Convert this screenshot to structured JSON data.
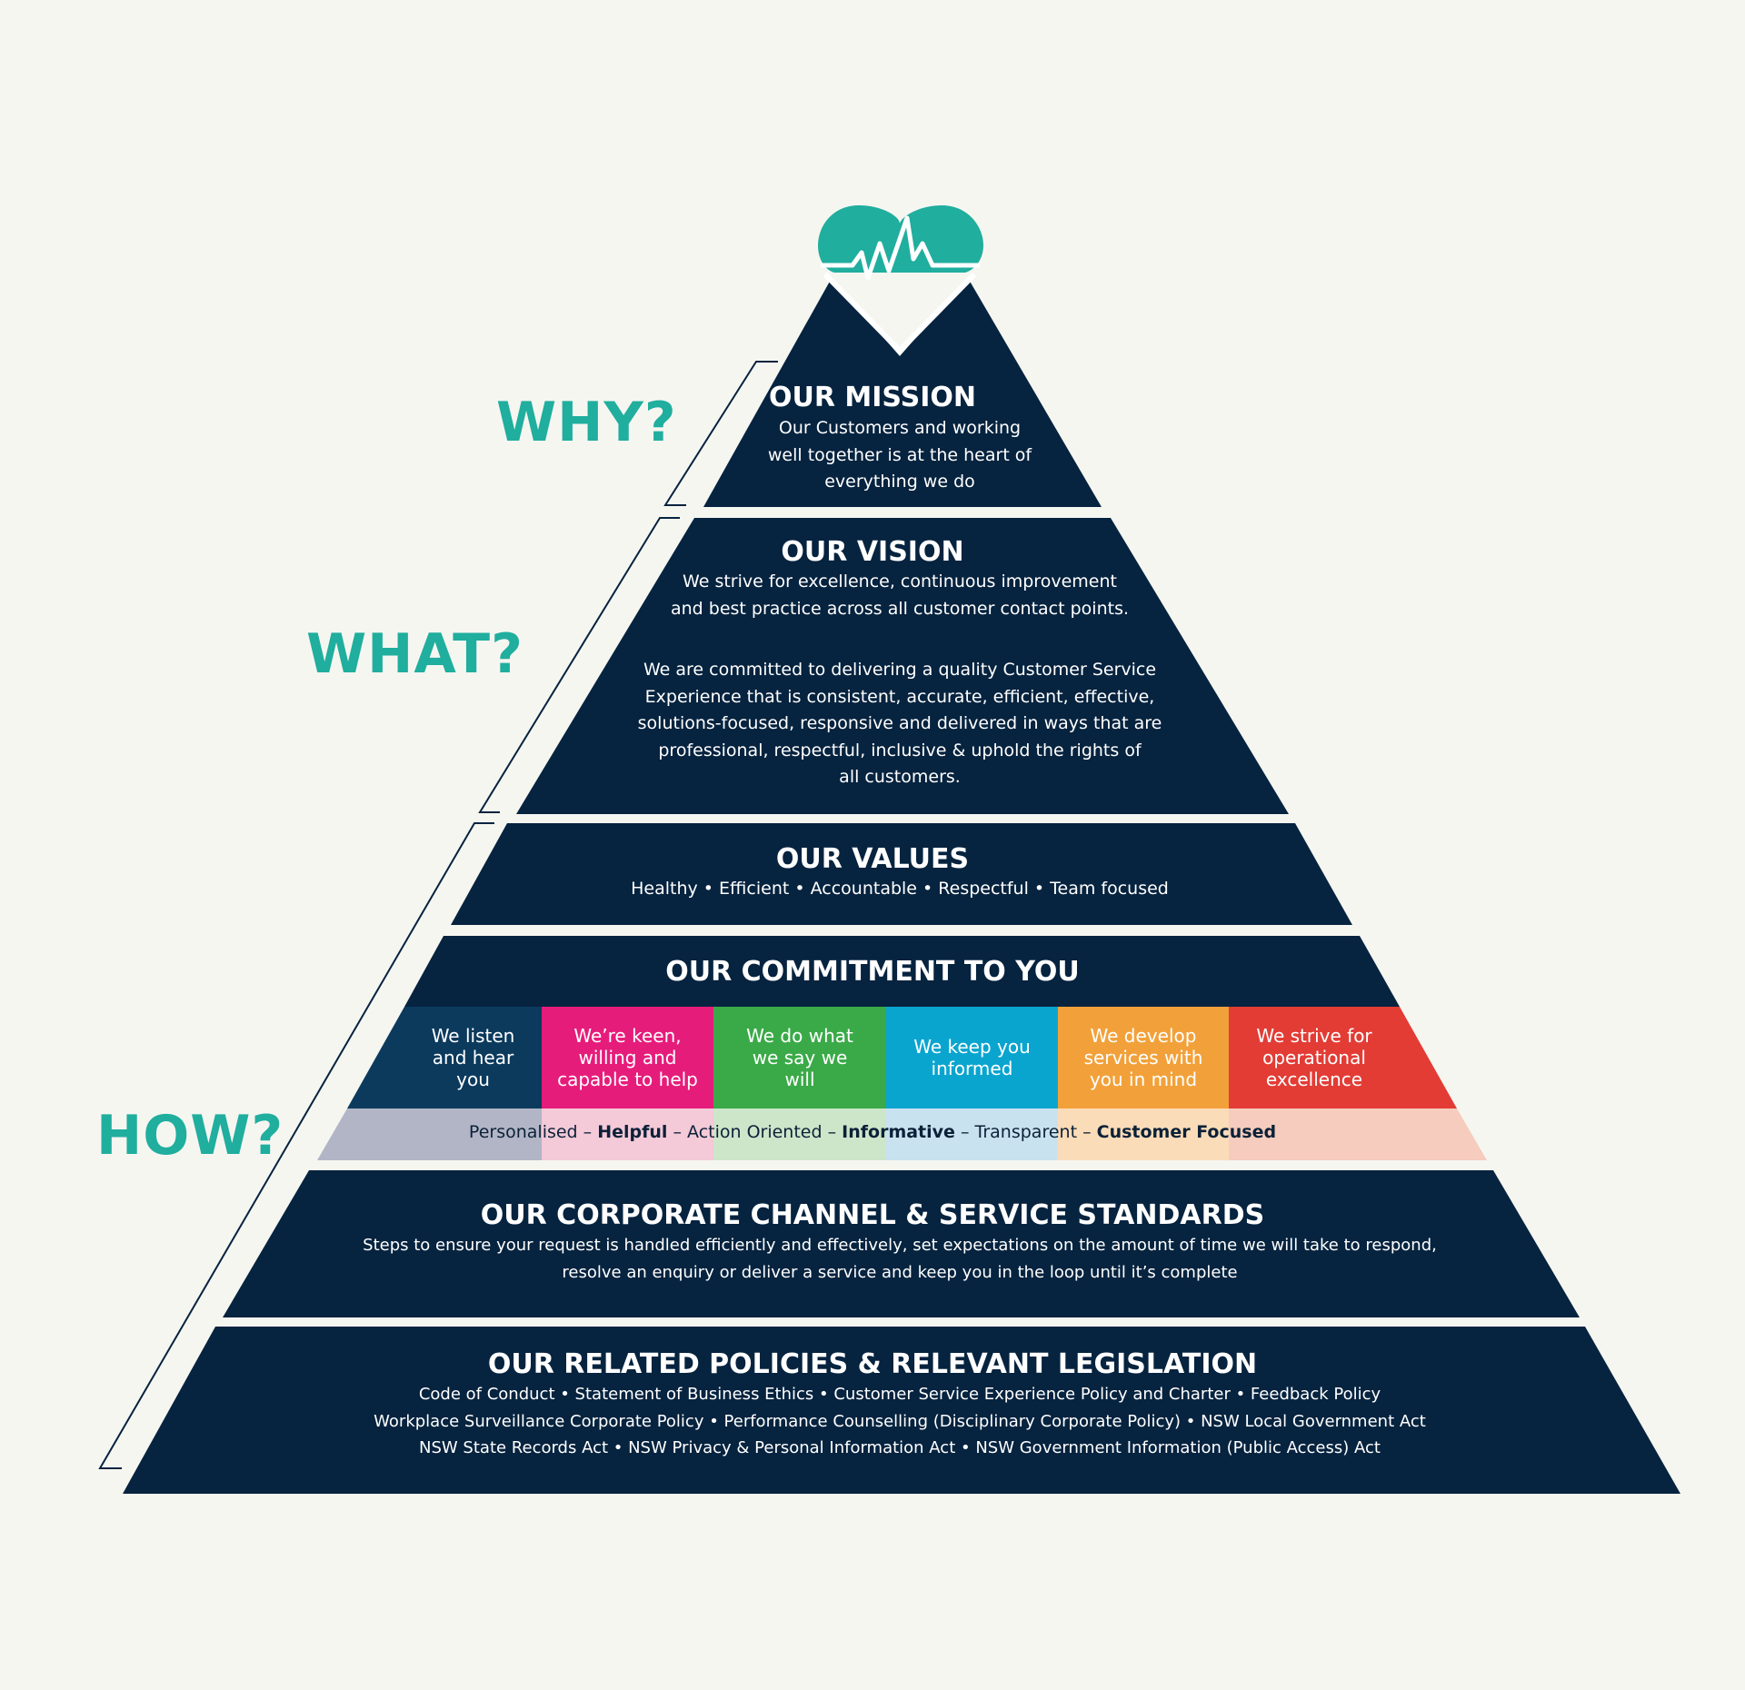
{
  "colors": {
    "navy": "#06233f",
    "teal": "#20ae9e",
    "background": "#f6f6f1"
  },
  "side_labels": {
    "why": "WHY?",
    "what": "WHAT?",
    "how": "HOW?"
  },
  "heart_icon": "heart-heartbeat-icon",
  "mission": {
    "title": "OUR MISSION",
    "lines": [
      "Our Customers and working",
      "well together is at the heart of",
      "everything we do"
    ]
  },
  "vision": {
    "title": "OUR VISION",
    "para1": [
      "We strive for excellence, continuous improvement",
      "and best practice across all customer contact points."
    ],
    "para2": [
      "We are committed to delivering a quality Customer Service",
      "Experience that is consistent, accurate, efficient, effective,",
      "solutions-focused, responsive and delivered in ways that are",
      "professional, respectful, inclusive & uphold the rights of",
      "all customers."
    ]
  },
  "values": {
    "title": "OUR VALUES",
    "text": "Healthy • Efficient • Accountable • Respectful • Team focused"
  },
  "commitment": {
    "title": "OUR COMMITMENT TO YOU",
    "cells": [
      {
        "lines": [
          "We listen",
          "and hear",
          "you"
        ],
        "color": "#0b3a5d",
        "tint": "#b2b5c6"
      },
      {
        "lines": [
          "We’re keen,",
          "willing and",
          "capable to help"
        ],
        "color": "#e61c7b",
        "tint": "#f4c9d8"
      },
      {
        "lines": [
          "We do what",
          "we say we",
          "will"
        ],
        "color": "#3aaa48",
        "tint": "#cde5c9"
      },
      {
        "lines": [
          "We keep you",
          "informed"
        ],
        "color": "#0aa5cf",
        "tint": "#c8e2ef"
      },
      {
        "lines": [
          "We develop",
          "services with",
          "you in mind"
        ],
        "color": "#f2a13a",
        "tint": "#fbdcb8"
      },
      {
        "lines": [
          "We strive for",
          "operational",
          "excellence"
        ],
        "color": "#e23c35",
        "tint": "#f5ccbd"
      }
    ],
    "keywords": {
      "k1": "Personalised",
      "k2": "Helpful",
      "k3": "Action Oriented",
      "k4": "Informative",
      "k5": "Transparent",
      "k6": "Customer Focused",
      "separator": " – "
    }
  },
  "standards": {
    "title": "OUR CORPORATE CHANNEL & SERVICE STANDARDS",
    "lines": [
      "Steps to ensure your request is handled efficiently and effectively, set expectations on the amount of time we will take to respond,",
      "resolve an enquiry or deliver a service and keep you in the loop until it’s complete"
    ]
  },
  "policies": {
    "title": "OUR RELATED POLICIES & RELEVANT LEGISLATION",
    "lines": [
      "Code of Conduct • Statement of Business Ethics • Customer Service Experience Policy and Charter • Feedback Policy",
      "Workplace Surveillance Corporate Policy • Performance Counselling (Disciplinary Corporate Policy) • NSW Local Government Act",
      "NSW State Records Act • NSW Privacy & Personal Information Act • NSW Government Information (Public Access) Act"
    ]
  }
}
